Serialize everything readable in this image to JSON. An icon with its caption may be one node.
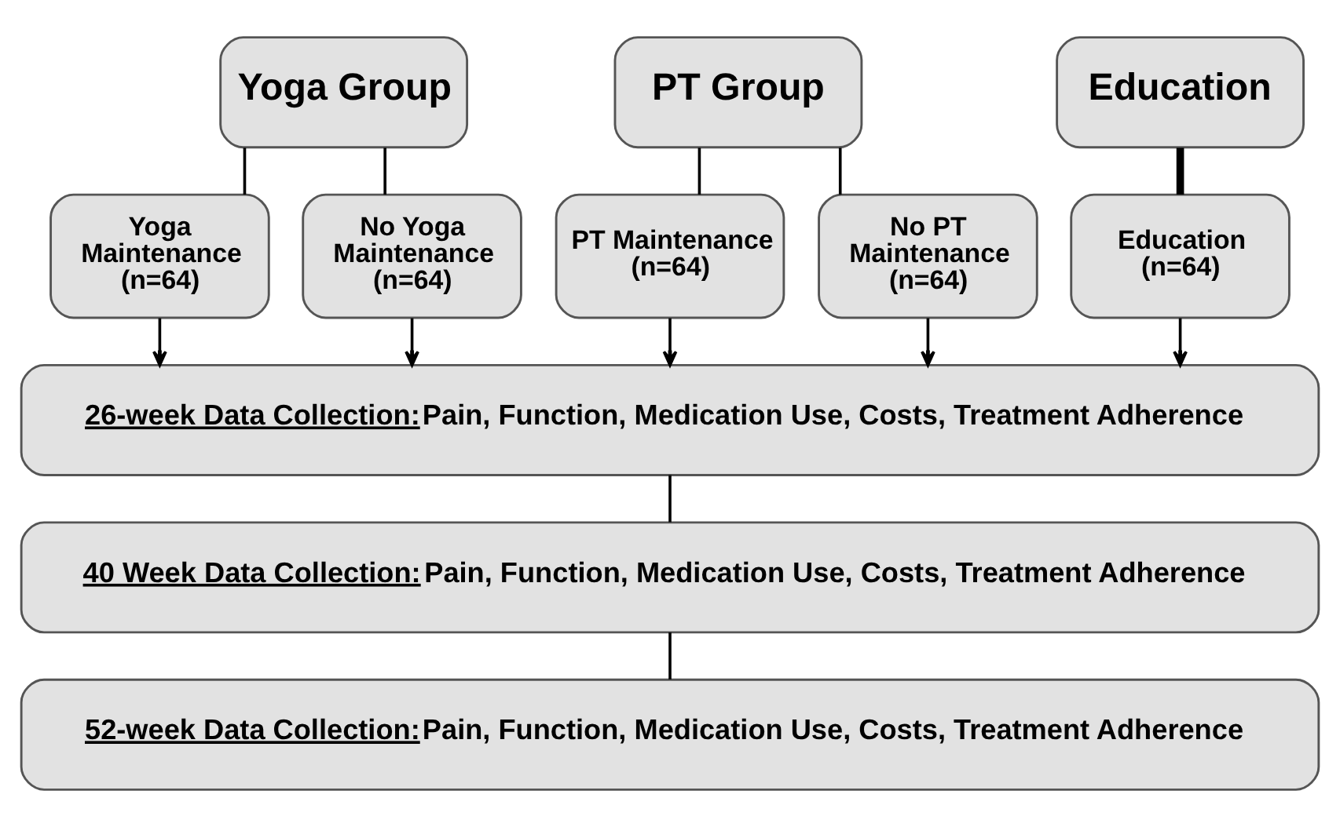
{
  "diagram": {
    "nodes": [
      {
        "text": [
          "Yoga Group"
        ]
      },
      {
        "text": [
          "PT Group"
        ]
      },
      {
        "text": [
          "Education"
        ]
      },
      {
        "text": [
          "Yoga Maintenance (n=64)"
        ]
      },
      {
        "text": [
          "No Yoga Maintenance (n=64)"
        ]
      },
      {
        "text": [
          "PT Maintenance (n=64)"
        ]
      },
      {
        "text": [
          "No PT Maintenance (n=64)"
        ]
      },
      {
        "text": [
          "Education (n=64)"
        ]
      },
      {
        "text": [
          "26-week Data Collection:",
          "Pain, Function, Medication Use, Costs, Treatment Adherence"
        ]
      },
      {
        "text": [
          "40 Week Data Collection:",
          "Pain, Function, Medication Use, Costs, Treatment Adherence"
        ]
      },
      {
        "text": [
          "52-week Data Collection:",
          "Pain, Function, Medication Use, Costs, Treatment Adherence"
        ]
      }
    ],
    "edges": [
      {
        "from": 0,
        "to": 3,
        "arrow": "none"
      },
      {
        "from": 0,
        "to": 4,
        "arrow": "none"
      },
      {
        "from": 1,
        "to": 5,
        "arrow": "none"
      },
      {
        "from": 1,
        "to": 6,
        "arrow": "none"
      },
      {
        "from": 2,
        "to": 7,
        "arrow": "none",
        "style": "thick"
      },
      {
        "from": 3,
        "to": 8,
        "arrow": "to"
      },
      {
        "from": 4,
        "to": 8,
        "arrow": "to"
      },
      {
        "from": 5,
        "to": 8,
        "arrow": "to"
      },
      {
        "from": 6,
        "to": 8,
        "arrow": "to"
      },
      {
        "from": 7,
        "to": 8,
        "arrow": "to"
      },
      {
        "from": 8,
        "to": 9,
        "arrow": "none"
      },
      {
        "from": 9,
        "to": 10,
        "arrow": "none"
      }
    ]
  }
}
